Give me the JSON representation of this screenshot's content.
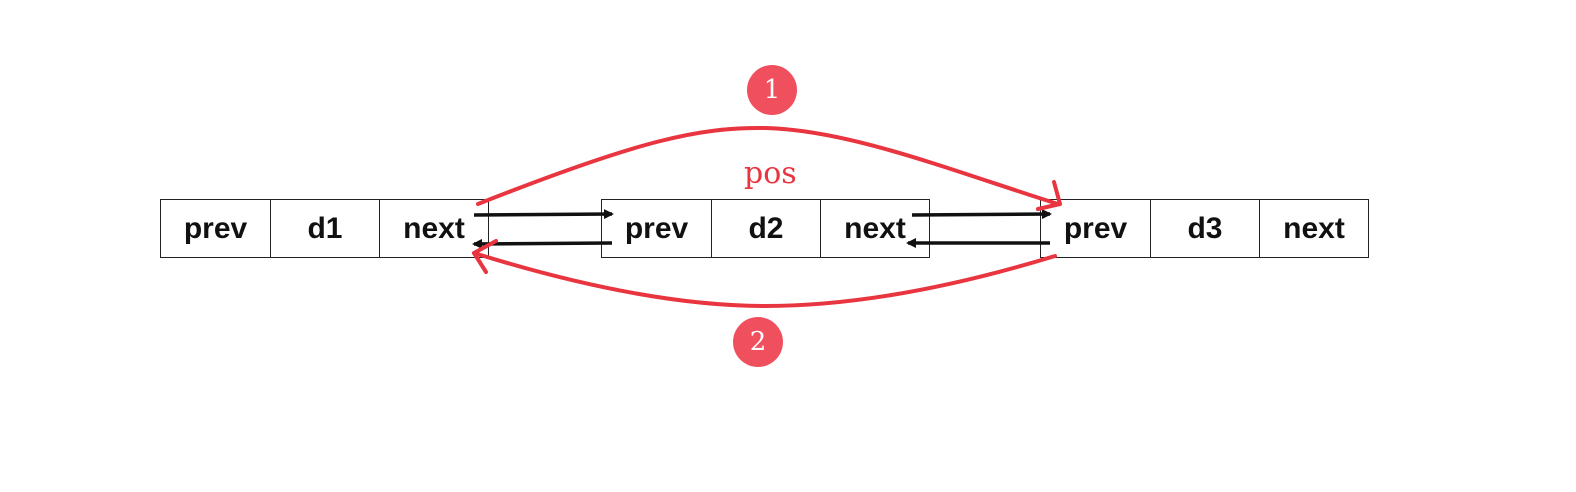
{
  "nodes": [
    {
      "cells": [
        "prev",
        "d1",
        "next"
      ]
    },
    {
      "cells": [
        "prev",
        "d2",
        "next"
      ]
    },
    {
      "cells": [
        "prev",
        "d3",
        "next"
      ]
    }
  ],
  "pos_label": "pos",
  "steps": [
    "1",
    "2"
  ],
  "colors": {
    "highlight": "#e8353f",
    "badge": "#f04f5e",
    "pointer": "#111111",
    "border": "#222222"
  }
}
